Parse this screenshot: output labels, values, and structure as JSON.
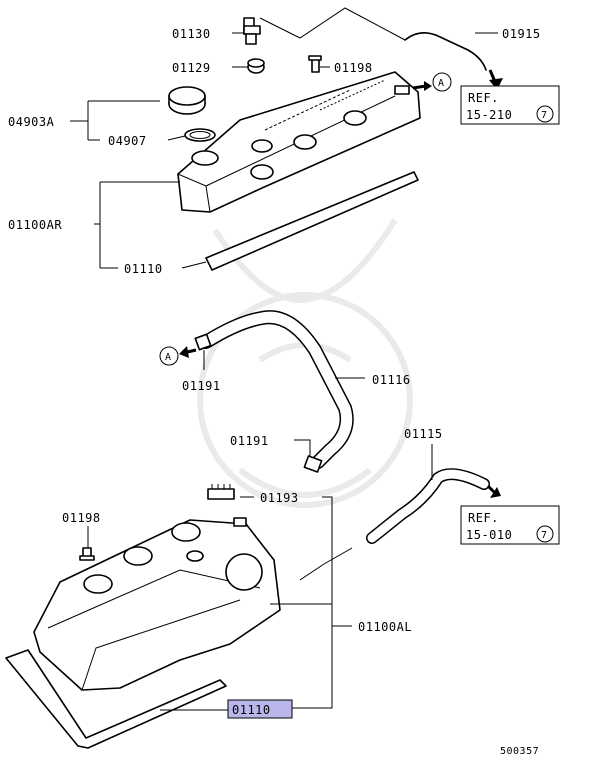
{
  "diagram_id": "500357",
  "parts": {
    "p01130": "01130",
    "p01129": "01129",
    "p01198_top": "01198",
    "p04903A": "04903A",
    "p04907": "04907",
    "p01100AR": "01100AR",
    "p01110_top": "01110",
    "p01915": "01915",
    "p01191_a": "01191",
    "p01116": "01116",
    "p01191_b": "01191",
    "p01115": "01115",
    "p01193": "01193",
    "p01198_bottom": "01198",
    "p01100AL": "01100AL",
    "p01110_bottom": "01110"
  },
  "refs": {
    "ref1_word": "REF.",
    "ref1_num": "15-210",
    "ref1_circle": "7",
    "ref2_word": "REF.",
    "ref2_num": "15-010",
    "ref2_circle": "7"
  },
  "markers": {
    "a_top": "A",
    "a_mid": "A"
  },
  "highlight_color": "#b9b6ea"
}
